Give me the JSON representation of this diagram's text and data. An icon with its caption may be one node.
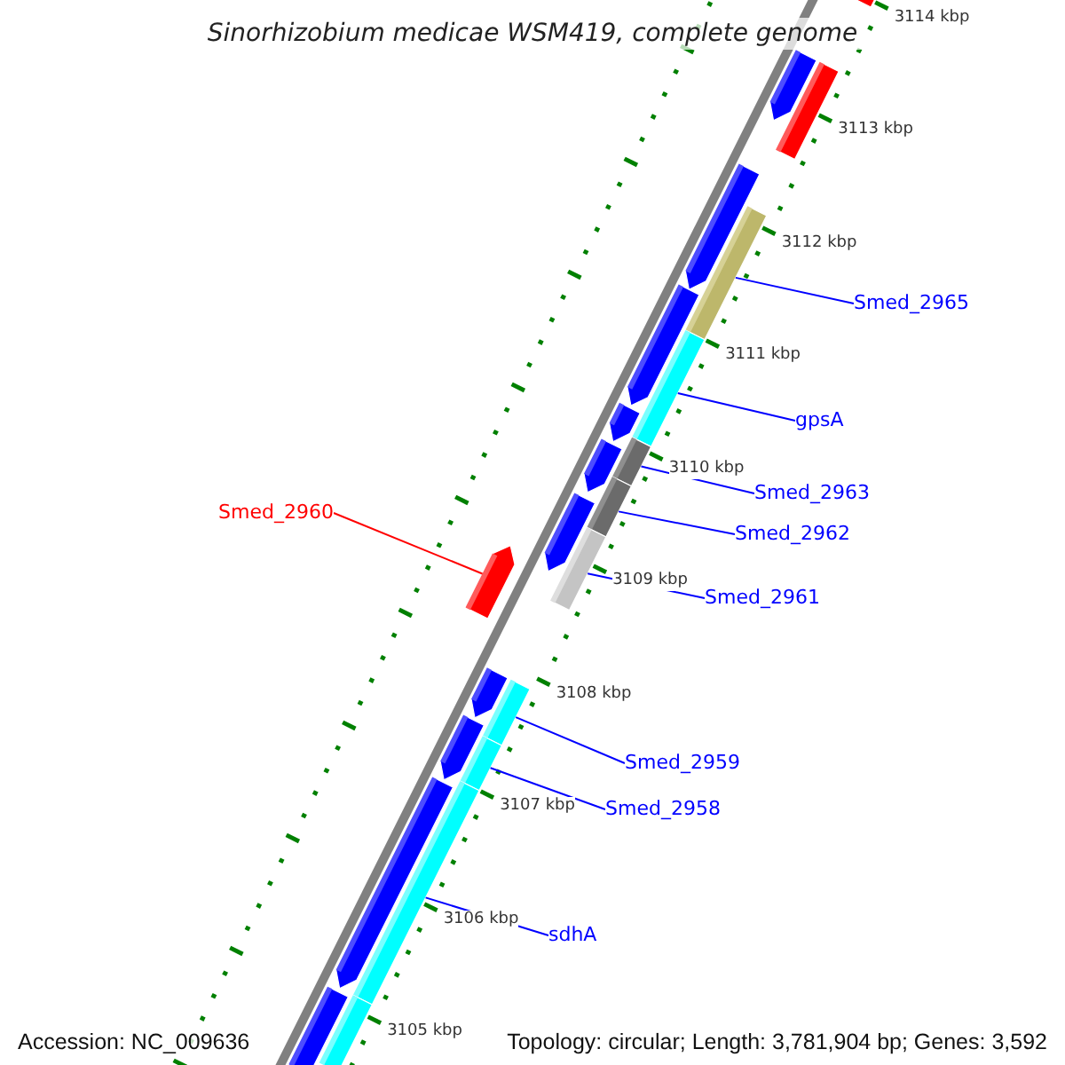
{
  "diagram": {
    "title": "Sinorhizobium medicae WSM419, complete genome",
    "nodes": [
      {
        "text": [
          "Smed_2965"
        ]
      },
      {
        "text": [
          "gpsA"
        ]
      },
      {
        "text": [
          "Smed_2963"
        ]
      },
      {
        "text": [
          "Smed_2962"
        ]
      },
      {
        "text": [
          "Smed_2960"
        ]
      },
      {
        "text": [
          "Smed_2961"
        ]
      },
      {
        "text": [
          "Smed_2959"
        ]
      },
      {
        "text": [
          "Smed_2958"
        ]
      },
      {
        "text": [
          "sdhA"
        ]
      },
      {
        "text": [],
        "shape": "bar"
      },
      {
        "text": [],
        "shape": "bar"
      },
      {
        "text": [],
        "shape": "bar"
      },
      {
        "text": [],
        "shape": "bar"
      },
      {
        "text": [],
        "shape": "arrow"
      },
      {
        "text": [],
        "shape": "bar"
      },
      {
        "text": [],
        "shape": "bar"
      },
      {
        "text": [],
        "shape": "bar"
      },
      {
        "text": [],
        "shape": "bar"
      },
      {
        "text": [],
        "shape": "arrow"
      },
      {
        "text": [],
        "shape": "arrow"
      },
      {
        "text": [],
        "shape": "arrow"
      },
      {
        "text": [],
        "shape": "arrow"
      },
      {
        "text": [],
        "shape": "arrow"
      },
      {
        "text": [],
        "shape": "arrow"
      },
      {
        "text": [],
        "shape": "arrow"
      },
      {
        "text": [],
        "shape": "arrow"
      },
      {
        "text": [],
        "shape": "arrow"
      },
      {
        "text": [],
        "shape": "arrow"
      },
      {
        "text": [],
        "shape": "bar"
      },
      {
        "text": [],
        "shape": "bar"
      },
      {
        "text": [],
        "shape": "bar"
      }
    ],
    "edges": [
      {
        "from": 0,
        "to": 9,
        "arrow": "none"
      },
      {
        "from": 1,
        "to": 10,
        "arrow": "none"
      },
      {
        "from": 2,
        "to": 11,
        "arrow": "none"
      },
      {
        "from": 3,
        "to": 12,
        "arrow": "none"
      },
      {
        "from": 4,
        "to": 13,
        "arrow": "none",
        "color": "#ff0000"
      },
      {
        "from": 5,
        "to": 14,
        "arrow": "none"
      },
      {
        "from": 6,
        "to": 15,
        "arrow": "none"
      },
      {
        "from": 7,
        "to": 16,
        "arrow": "none"
      },
      {
        "from": 8,
        "to": 17,
        "arrow": "none"
      }
    ],
    "labels": [
      "3114 kbp",
      "3113 kbp",
      "3112 kbp",
      "3111 kbp",
      "3110 kbp",
      "3109 kbp",
      "3108 kbp",
      "3107 kbp",
      "3106 kbp",
      "3105 kbp",
      "Accession: NC_009636",
      "Topology: circular; Length: 3,781,904 bp; Genes: 3,592"
    ]
  }
}
